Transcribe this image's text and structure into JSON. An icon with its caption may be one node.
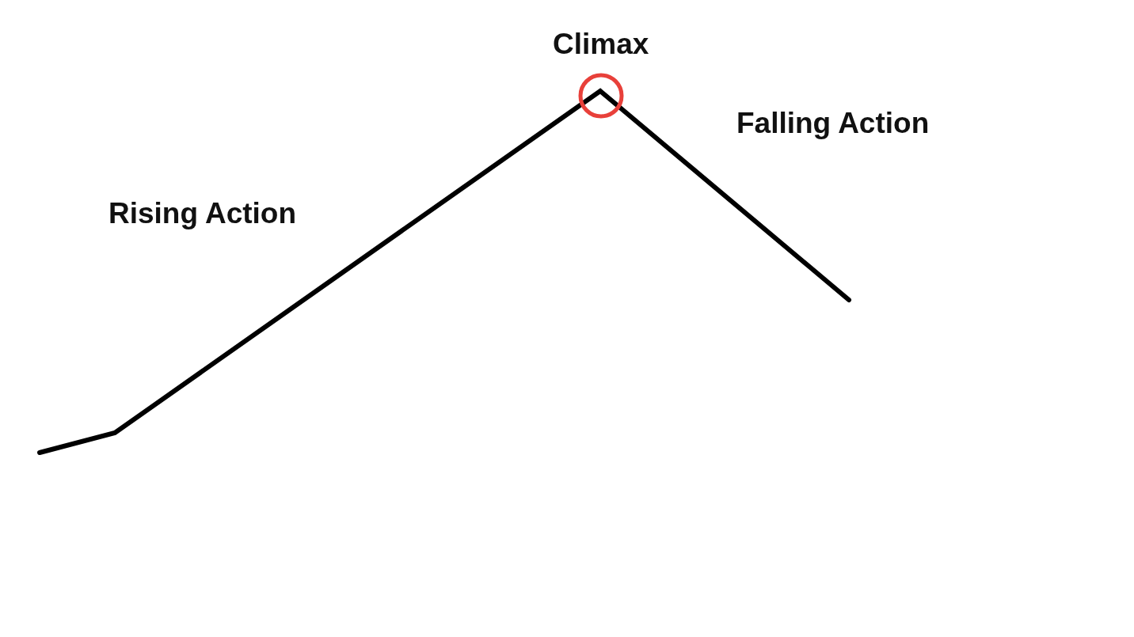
{
  "diagram": {
    "labels": [
      "Climax",
      "Falling Action",
      "Rising Action"
    ]
  }
}
